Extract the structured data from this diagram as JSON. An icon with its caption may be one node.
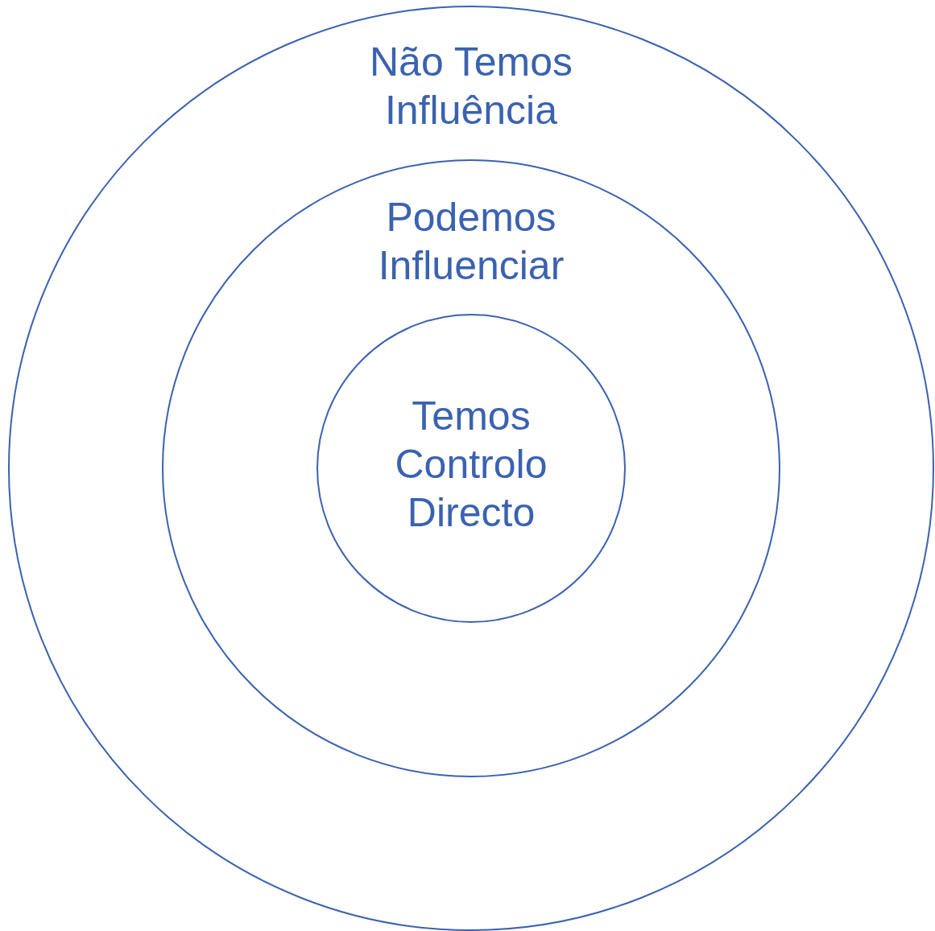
{
  "diagram": {
    "nodes": [
      {
        "text": [
          "Não Temos Influência"
        ]
      },
      {
        "text": [
          "Podemos Influenciar"
        ],
        "in": 0
      },
      {
        "text": [
          "Temos Controlo Directo"
        ],
        "in": 1
      }
    ]
  }
}
